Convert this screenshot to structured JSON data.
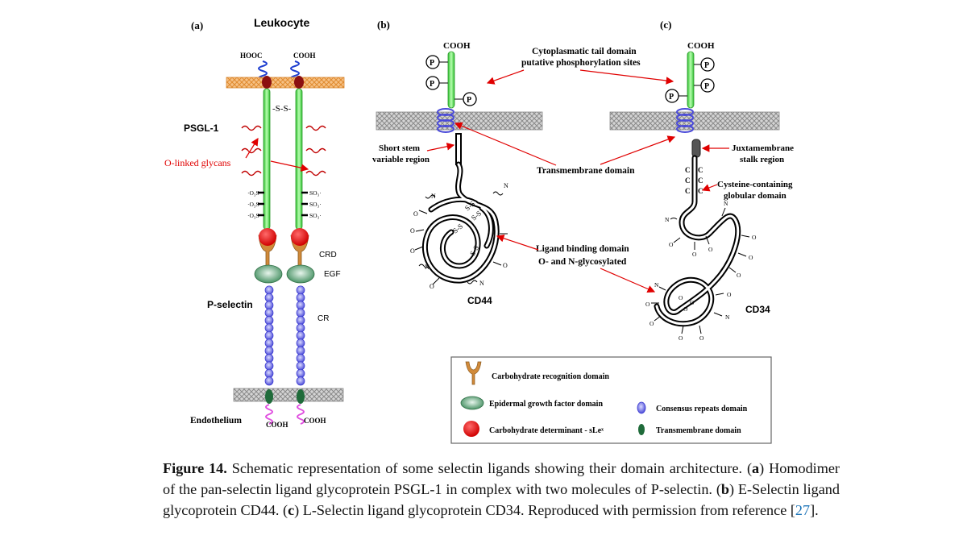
{
  "panels": {
    "a": {
      "letter": "(a)",
      "top_label": "Leukocyte",
      "hooc_left": "HOOC",
      "cooh_right": "COOH",
      "disulfide": "-S-S-",
      "psgl": "PSGL-1",
      "olinked": "O-linked glycans",
      "so3_left": [
        "·O₃S",
        "·O₃S",
        "·O₃S"
      ],
      "so3_right": [
        "SO₃·",
        "SO₃·",
        "SO₃·"
      ],
      "crd": "CRD",
      "egf": "EGF",
      "pselectin": "P-selectin",
      "cr": "CR",
      "endothelium": "Endothelium",
      "cooh_bottom_left": "COOH",
      "cooh_bottom_right": "COOH"
    },
    "b": {
      "letter": "(b)",
      "cooh": "COOH",
      "p": "P",
      "stem": [
        "Short stem",
        "variable region"
      ],
      "ss": "S-S",
      "n": "N",
      "o": "O",
      "name": "CD44"
    },
    "c": {
      "letter": "(c)",
      "cooh": "COOH",
      "p": "P",
      "juxta": [
        "Juxtamembrane",
        "stalk region"
      ],
      "cys": [
        "Cysteine-containing",
        "globular domain"
      ],
      "c": "C",
      "name": "CD34"
    },
    "shared": {
      "cyto": [
        "Cytoplasmatic tail domain",
        "putative phosphorylation sites"
      ],
      "tm": "Transmembrane domain",
      "lbd": [
        "Ligand binding domain",
        "O- and N-glycosylated"
      ]
    }
  },
  "legend": {
    "items": [
      {
        "label": "Carbohydrate recognition domain",
        "icon": "y-shape-icon"
      },
      {
        "label": "Epidermal growth factor domain",
        "icon": "green-ellipse-icon"
      },
      {
        "label": "Consensus repeats domain",
        "icon": "blue-oval-icon"
      },
      {
        "label": "Carbohydrate determinant - sLeˣ",
        "icon": "red-circle-icon"
      },
      {
        "label": "Transmembrane domain",
        "icon": "dark-green-oval-icon"
      }
    ]
  },
  "caption": {
    "label": "Figure 14.",
    "intro": " Schematic representation of some selectin ligands showing their domain architecture. (",
    "a_letter": "a",
    "a_text": ") Homodimer of the pan-selectin ligand glycoprotein PSGL-1 in complex with two molecules of P-selectin.  (",
    "b_letter": "b",
    "b_text": ") E-Selectin ligand glycoprotein CD44.  (",
    "c_letter": "c",
    "c_text": ") L-Selectin ligand glycoprotein CD34. Reproduced with permission from reference [",
    "ref": "27",
    "end": "]."
  },
  "colors": {
    "membrane": "#f3a95a",
    "membrane_gray": "#aaaaaa",
    "helix_green": "#6ee96e",
    "sle_red": "#e60000",
    "crd_tan": "#d18a3a",
    "egf_green": "#4f9a6a",
    "cr_blue": "#6b6bea",
    "tm_darkgreen": "#1f6b3a",
    "arrow_red": "#e00000"
  }
}
